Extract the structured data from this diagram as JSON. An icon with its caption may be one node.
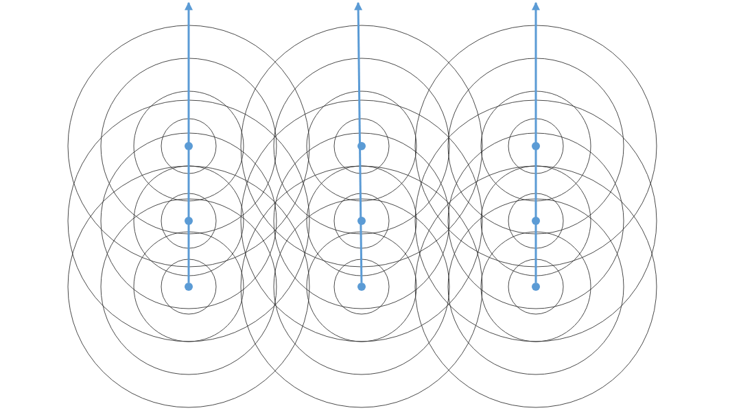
{
  "diagram": {
    "nodes": [
      {
        "text": [],
        "shape": "circle"
      },
      {
        "text": [],
        "shape": "circle"
      },
      {
        "text": [],
        "shape": "circle"
      },
      {
        "text": [],
        "shape": "circle"
      },
      {
        "text": [],
        "shape": "circle"
      },
      {
        "text": [],
        "shape": "circle"
      },
      {
        "text": [],
        "shape": "circle"
      },
      {
        "text": [],
        "shape": "circle"
      },
      {
        "text": [],
        "shape": "circle"
      }
    ],
    "edges": [
      {
        "from": 6,
        "to": null,
        "arrow": "to"
      },
      {
        "from": 7,
        "to": null,
        "arrow": "to"
      },
      {
        "from": 8,
        "to": null,
        "arrow": "to"
      }
    ]
  }
}
